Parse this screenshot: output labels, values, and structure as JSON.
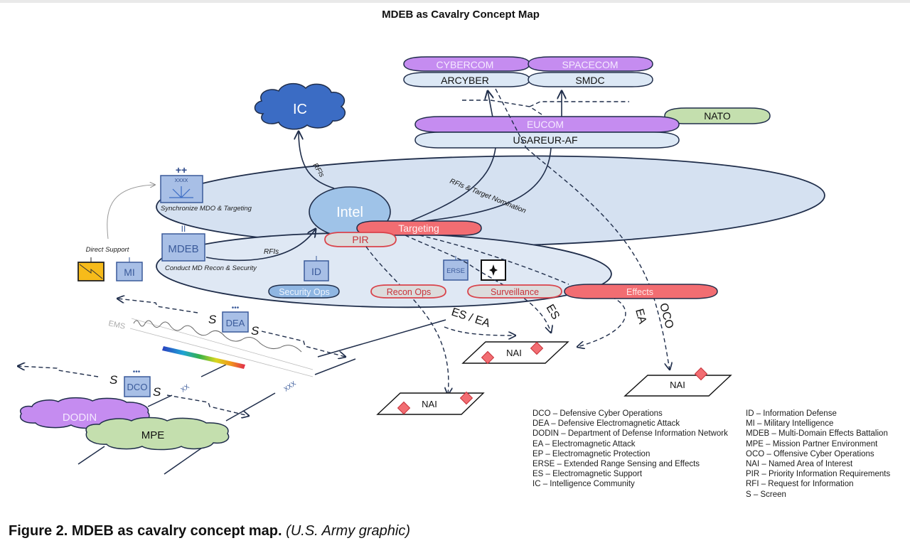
{
  "title": "MDEB as Cavalry Concept Map",
  "commands": {
    "cybercom": "CYBERCOM",
    "arcyber": "ARCYBER",
    "spacecom": "SPACECOM",
    "smdc": "SMDC",
    "eucom": "EUCOM",
    "usareur": "USAREUR-AF",
    "nato": "NATO"
  },
  "nodes": {
    "ic": "IC",
    "intel": "Intel",
    "targeting": "Targeting",
    "pir": "PIR",
    "hq_echelon": "XXXX",
    "hq_plus": "++",
    "sync_label": "Synchronize MDO & Targeting",
    "mdeb": "MDEB",
    "mdeb_echelon": "II",
    "conduct_label": "Conduct MD Recon & Security",
    "direct_support": "Direct Support",
    "mi": "MI",
    "id": "ID",
    "erse": "ERSE",
    "security_ops": "Security Ops",
    "recon_ops": "Recon Ops",
    "surveillance": "Surveillance",
    "effects": "Effects",
    "dea": "DEA",
    "dco": "DCO",
    "dots": "•••",
    "screen": "S",
    "ems": "EMS",
    "dodin": "DODIN",
    "mpe": "MPE",
    "xx": "XX",
    "xxx": "XXX",
    "nai": "NAI"
  },
  "edge_labels": {
    "rfis_ic": "RFIs",
    "rfis_mdeb": "RFIs",
    "rfis_target": "RFIs & Target Nomination",
    "es_ea": "ES / EA",
    "es": "ES",
    "ea": "EA",
    "oco": "OCO"
  },
  "colors": {
    "purple": "#c58cf0",
    "light_blue": "#dce8f5",
    "ic_blue": "#3b6cc4",
    "intel_blue": "#9fc3e8",
    "red": "#f26d72",
    "green": "#c4dfae",
    "unit_box": "#a8bfe6",
    "yellow": "#f7bb1a",
    "ellipse_fill": "#dbe5f3",
    "dark_line": "#1f2d4a"
  },
  "legend": {
    "left": [
      "DCO – Defensive Cyber Operations",
      "DEA – Defensive Electromagnetic Attack",
      "DODIN – Department of Defense Information Network",
      "EA – Electromagnetic Attack",
      "EP – Electromagnetic Protection",
      "ERSE – Extended Range Sensing and Effects",
      "ES – Electromagnetic Support",
      "IC – Intelligence Community"
    ],
    "right": [
      "ID – Information Defense",
      "MI – Military Intelligence",
      "MDEB – Multi-Domain Effects Battalion",
      "MPE – Mission Partner Environment",
      "OCO – Offensive Cyber Operations",
      "NAI – Named Area of Interest",
      "PIR – Priority Information Requirements",
      "RFI – Request for Information",
      "S – Screen"
    ]
  },
  "caption": {
    "bold": "Figure 2. MDEB as cavalry concept map.",
    "italic": "(U.S. Army graphic)"
  }
}
